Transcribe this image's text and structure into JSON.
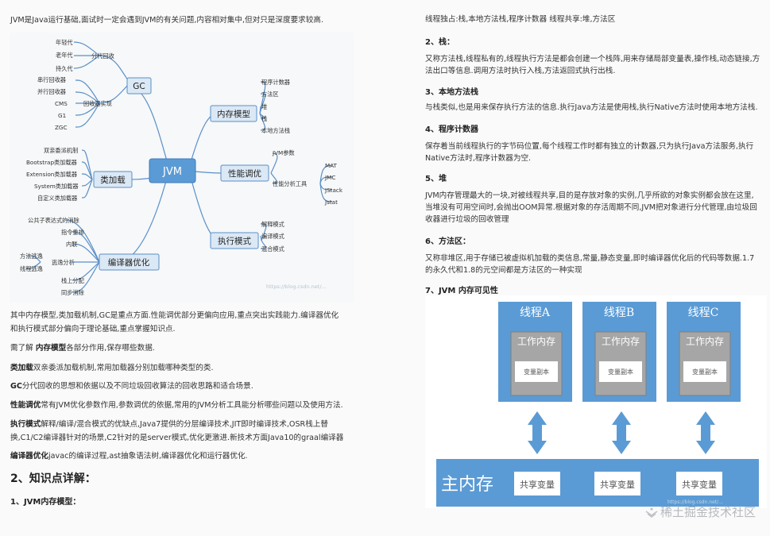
{
  "left": {
    "intro": "JVM是Java运行基础,面试时一定会遇到JVM的有关问题,内容相对集中,但对只是深度要求较高.",
    "mindmap": {
      "center": "JVM",
      "gc": {
        "label": "GC",
        "fenqu": "分代回收",
        "fenqu_items": [
          "年轻代",
          "老年代",
          "持久代"
        ],
        "shixian": "回收器实现",
        "shixian_items": [
          "串行回收器",
          "并行回收器",
          "CMS",
          "G1",
          "ZGC"
        ]
      },
      "memory": {
        "label": "内存模型",
        "items": [
          "程序计数器",
          "方法区",
          "堆",
          "栈",
          "本地方法栈"
        ]
      },
      "classload": {
        "label": "类加载",
        "items": [
          "双亲委派机制",
          "Bootstrap类加载器",
          "Extension类加载器",
          "System类加载器",
          "自定义类加载器"
        ]
      },
      "perf": {
        "label": "性能调优",
        "jvm_params": "JVM参数",
        "tools": "性能分析工具",
        "tool_items": [
          "MAT",
          "JMC",
          "JStack",
          "Jstat"
        ]
      },
      "exec": {
        "label": "执行模式",
        "items": [
          "解释模式",
          "编译模式",
          "混合模式"
        ]
      },
      "compiler": {
        "label": "编译器优化",
        "top": "公共子表达式的消除",
        "mid": [
          "指令重排",
          "内联"
        ],
        "escape": "逃逸分析",
        "escape_items": [
          "方法逃逸",
          "线程逃逸"
        ],
        "bottom": [
          "栈上分配",
          "同步消除"
        ]
      },
      "url": "https://blog.csdn.net/..."
    },
    "p1a": "其中内存模型,类加载机制,GC是重点方面.性能调优部分更偏向应用,重点突出实践能力.编译器优化",
    "p1b": "和执行模式部分偏向于理论基础,重点掌握知识点.",
    "p2_pre": "需了解 ",
    "p2_bold": "内存模型",
    "p2_post": "各部分作用,保存哪些数据.",
    "p3_bold": "类加载",
    "p3_post": "双亲委派加载机制,常用加载器分别加载哪种类型的类.",
    "p4_bold": "GC",
    "p4_post": "分代回收的思想和依据以及不同垃圾回收算法的回收思路和适合场景.",
    "p5_bold": "性能调优",
    "p5_post": "常有JVM优化参数作用,参数调优的依据,常用的JVM分析工具能分析哪些问题以及使用方法.",
    "p6_bold": "执行模式",
    "p6_post": "解释/编译/混合模式的优缺点,Java7提供的分层编译技术,JIT即时编译技术,OSR栈上替",
    "p6b": "换,C1/C2编译器针对的场景,C2针对的是server模式,优化更激进.新技术方面Java10的graal编译器",
    "p7_bold": "编译器优化",
    "p7_post": "javac的编译过程,ast抽象语法树,编译器优化和运行器优化.",
    "h2": "2、知识点详解：",
    "h4": "1、JVM内存模型："
  },
  "right": {
    "top": "线程独占:栈,本地方法栈,程序计数器 线程共享:堆,方法区",
    "s2": "2、栈：",
    "s2_p": "又称方法栈,线程私有的,线程执行方法是都会创建一个栈阵,用来存储局部变量表,操作栈,动态链接,方",
    "s2_p2": "法出口等信息.调用方法时执行入栈,方法返回式执行出栈.",
    "s3": "3、本地方法栈",
    "s3_p": "与栈类似,也是用来保存执行方法的信息.执行Java方法是使用栈,执行Native方法时使用本地方法栈.",
    "s4": "4、程序计数器",
    "s4_p": "保存着当前线程执行的字节码位置,每个线程工作时都有独立的计数器,只为执行Java方法服务,执行",
    "s4_p2": "Native方法时,程序计数器为空.",
    "s5": "5、堆",
    "s5_p": "JVM内存管理最大的一块,对被线程共享,目的是存放对象的实例,几乎所欲的对象实例都会放在这里,",
    "s5_p2": "当堆没有可用空间时,会抛出OOM异常.根据对象的存活周期不同,JVM把对象进行分代管理,由垃圾回",
    "s5_p3": "收器进行垃圾的回收管理",
    "s6": "6、方法区：",
    "s6_p": "又称非堆区,用于存储已被虚拟机加载的类信息,常量,静态变量,即时编译器优化后的代码等数据.1.7",
    "s6_p2": "的永久代和1.8的元空间都是方法区的一种实现",
    "s7": "7、JVM 内存可见性",
    "diagram": {
      "threads": [
        {
          "name": "线程A",
          "work": "工作内存",
          "copy": "变量副本"
        },
        {
          "name": "线程B",
          "work": "工作内存",
          "copy": "变量副本"
        },
        {
          "name": "线程C",
          "work": "工作内存",
          "copy": "变量副本"
        }
      ],
      "main": "主内存",
      "shared": [
        "共享变量",
        "共享变量",
        "共享变量"
      ],
      "url": "https://blog.csdn.net/..."
    }
  },
  "watermark": "稀土掘金技术社区",
  "colors": {
    "blue": "#5b9bd5",
    "box": "#4f8fd0",
    "gray": "#a6a6a6",
    "line": "#5b8fc7"
  }
}
